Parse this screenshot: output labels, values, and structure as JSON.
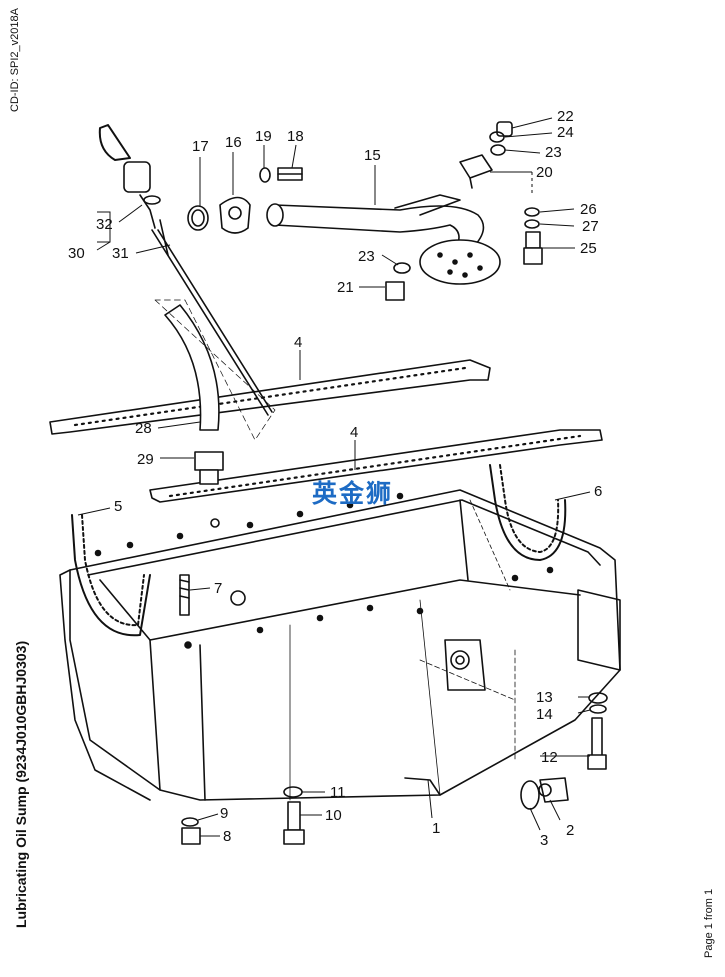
{
  "header": {
    "cd_id": "CD-ID: SPI2_v2018A"
  },
  "title": "Lubricating Oil Sump (9234J010GBHJ0303)",
  "footer": {
    "page": "Page 1 from 1"
  },
  "watermark": "英金狮",
  "callouts": [
    "1",
    "2",
    "3",
    "4",
    "4",
    "5",
    "6",
    "7",
    "8",
    "9",
    "10",
    "11",
    "12",
    "13",
    "14",
    "15",
    "16",
    "17",
    "18",
    "19",
    "20",
    "21",
    "22",
    "23",
    "23",
    "24",
    "25",
    "26",
    "27",
    "28",
    "29",
    "30",
    "31",
    "32"
  ]
}
